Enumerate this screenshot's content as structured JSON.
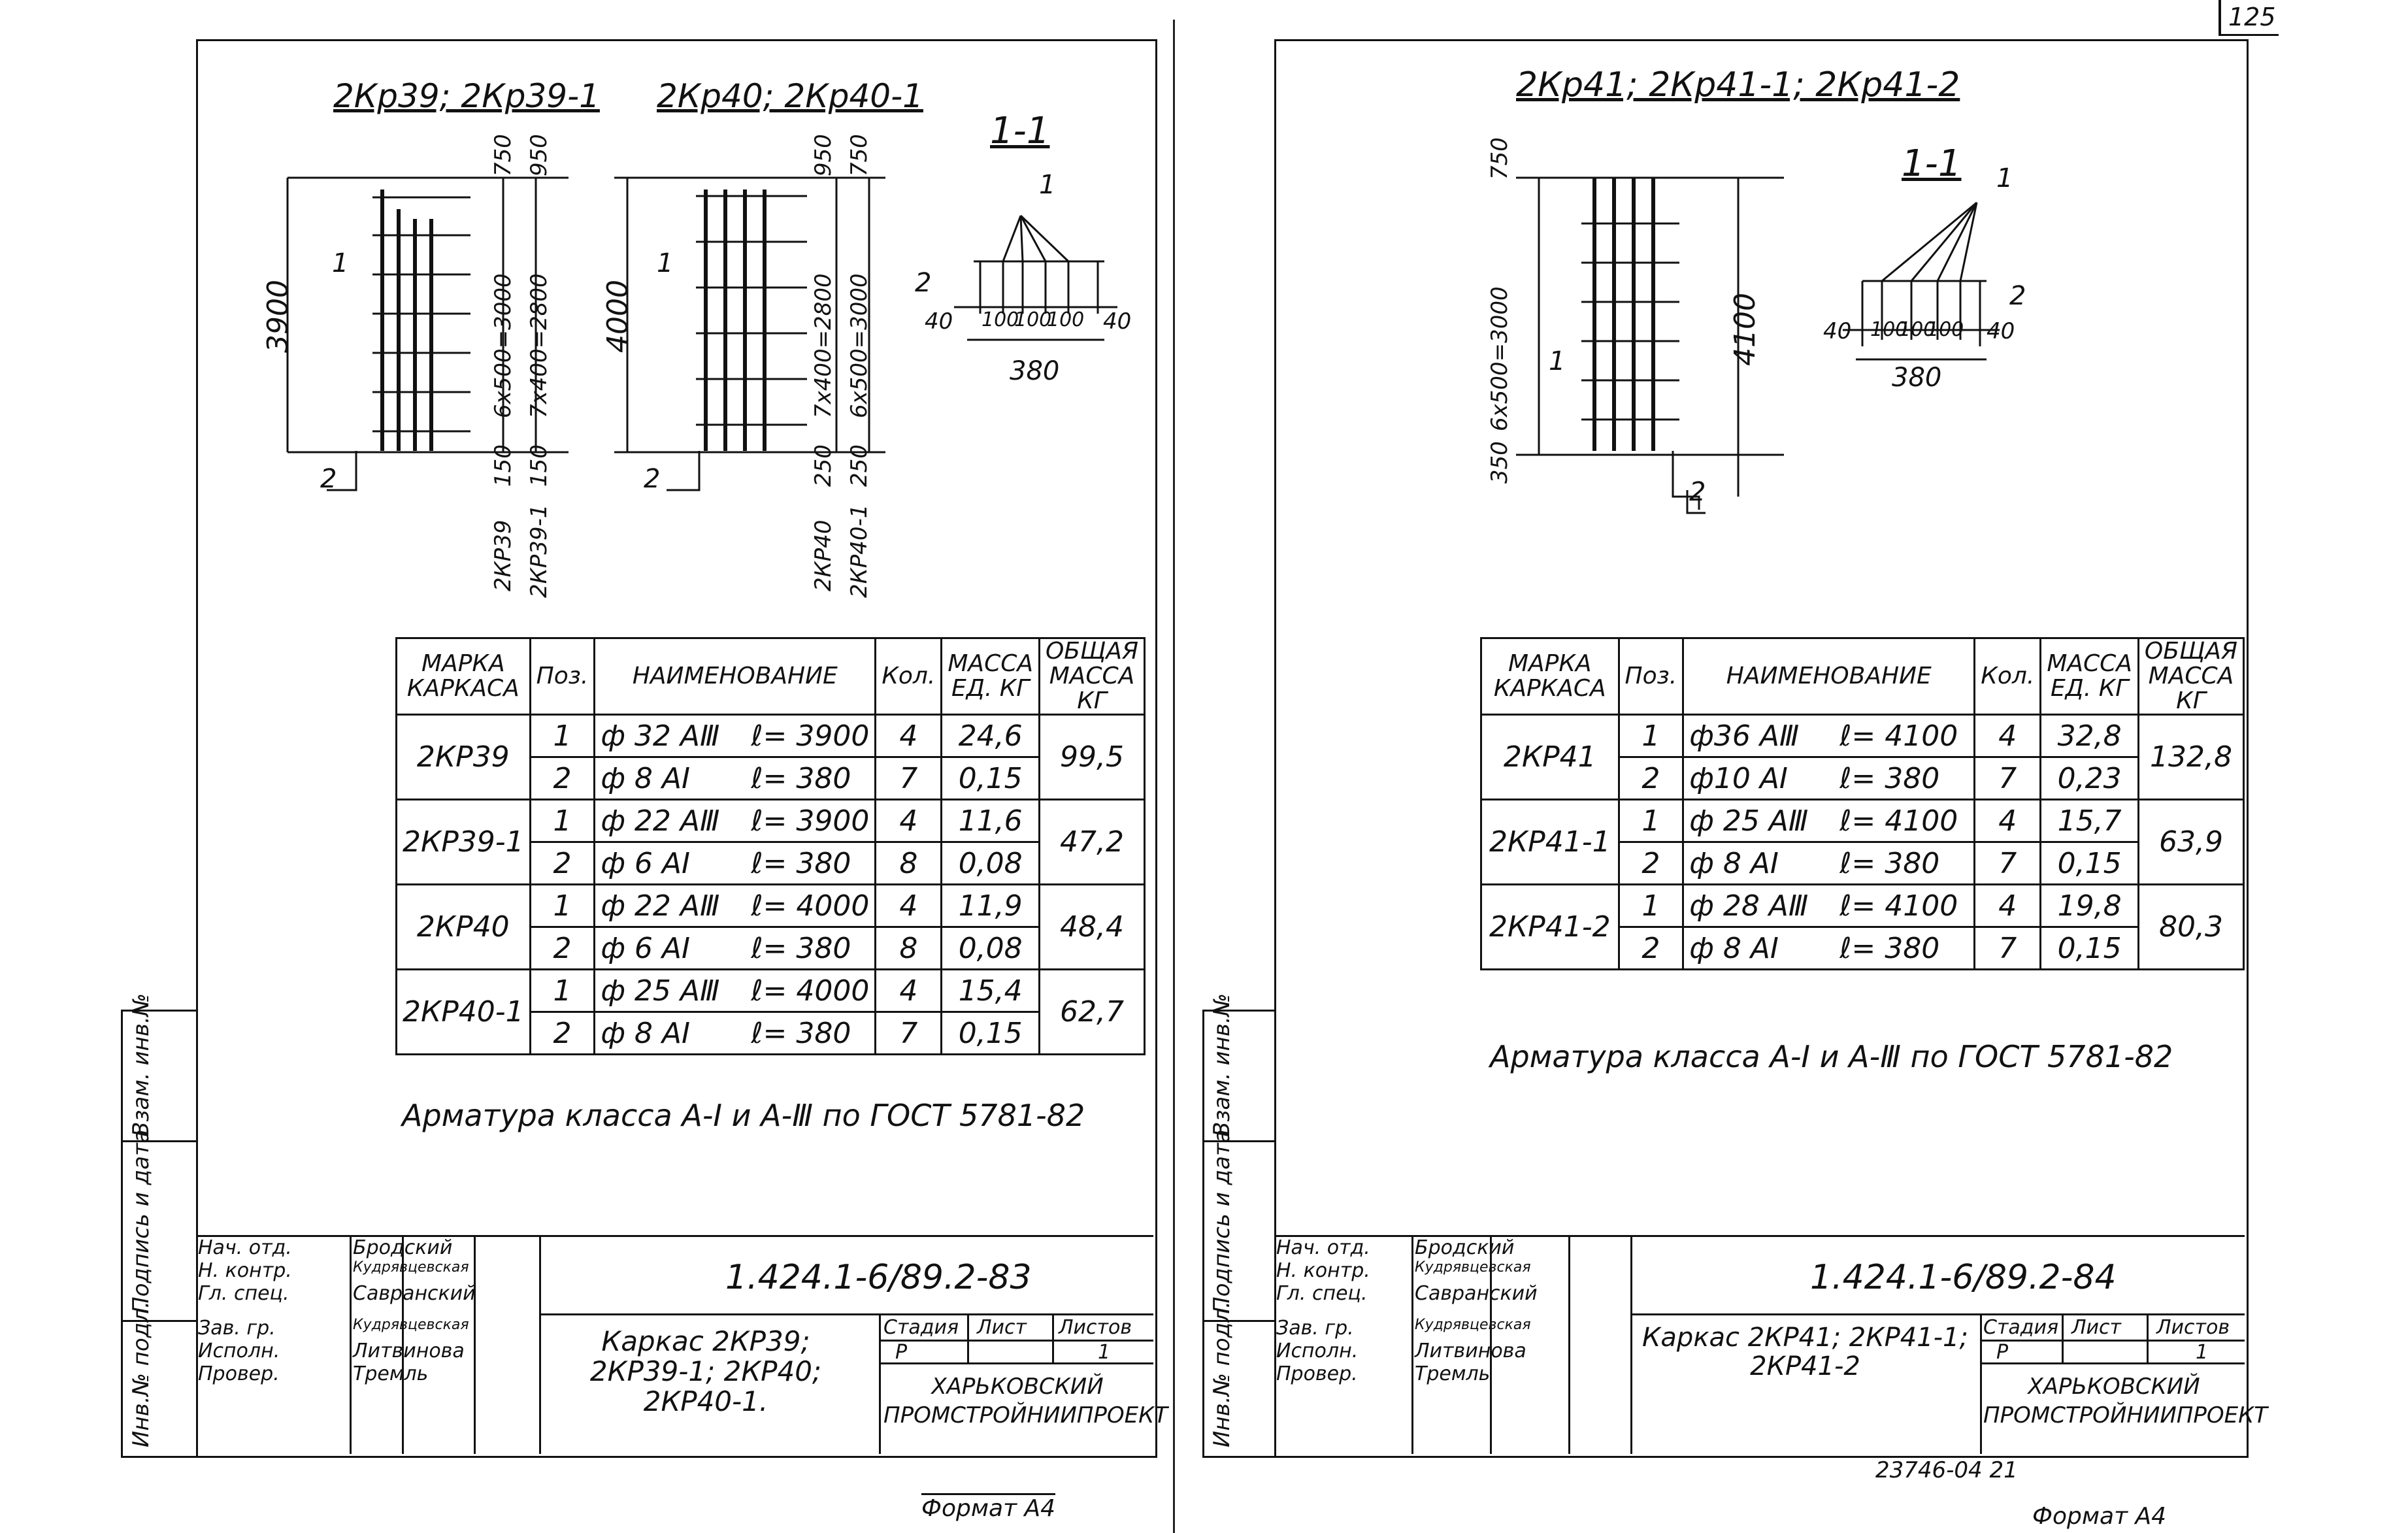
{
  "page_number": "125",
  "left": {
    "drawing_labels": {
      "a": "2Кр39; 2Кр39-1",
      "b": "2Кр40; 2Кр40-1",
      "section": "1-1"
    },
    "dims": {
      "h1": "3900",
      "h2": "4000",
      "d1": "750",
      "d2": "950",
      "d3": "6x500=3000",
      "d4": "7x400=2800",
      "d5": "150",
      "d6": "150",
      "d7": "950",
      "d8": "750",
      "d9": "7x400=2800",
      "d10": "6x500=3000",
      "d11": "250",
      "d12": "250",
      "m1": "2КР39",
      "m2": "2КР39-1",
      "m3": "2КР40",
      "m4": "2КР40-1",
      "p1": "1",
      "p2": "2",
      "s40a": "40",
      "s100a": "100",
      "s100b": "100",
      "s100c": "100",
      "s40b": "40",
      "s380": "380"
    },
    "table": {
      "headers": [
        "МАРКА КАРКАСА",
        "Поз.",
        "НАИМЕНОВАНИЕ",
        "Кол.",
        "МАССА ЕД. КГ",
        "ОБЩАЯ МАССА КГ"
      ],
      "rows": [
        {
          "mark": "2КР39",
          "total": "99,5",
          "items": [
            {
              "pos": "1",
              "dia": "ф 32 АⅢ",
              "len": "ℓ= 3900",
              "qty": "4",
              "mass": "24,6"
            },
            {
              "pos": "2",
              "dia": "ф 8 АI",
              "len": "ℓ= 380",
              "qty": "7",
              "mass": "0,15"
            }
          ]
        },
        {
          "mark": "2КР39-1",
          "total": "47,2",
          "items": [
            {
              "pos": "1",
              "dia": "ф 22 АⅢ",
              "len": "ℓ= 3900",
              "qty": "4",
              "mass": "11,6"
            },
            {
              "pos": "2",
              "dia": "ф 6 АI",
              "len": "ℓ= 380",
              "qty": "8",
              "mass": "0,08"
            }
          ]
        },
        {
          "mark": "2КР40",
          "total": "48,4",
          "items": [
            {
              "pos": "1",
              "dia": "ф 22 АⅢ",
              "len": "ℓ= 4000",
              "qty": "4",
              "mass": "11,9"
            },
            {
              "pos": "2",
              "dia": "ф 6 АI",
              "len": "ℓ= 380",
              "qty": "8",
              "mass": "0,08"
            }
          ]
        },
        {
          "mark": "2КР40-1",
          "total": "62,7",
          "items": [
            {
              "pos": "1",
              "dia": "ф 25 АⅢ",
              "len": "ℓ= 4000",
              "qty": "4",
              "mass": "15,4"
            },
            {
              "pos": "2",
              "dia": "ф 8 АI",
              "len": "ℓ= 380",
              "qty": "7",
              "mass": "0,15"
            }
          ]
        }
      ]
    },
    "note": "Арматура класса А-I и А-Ⅲ по ГОСТ 5781-82",
    "side_labels": [
      "Взам. инв.№",
      "Подпись и дата",
      "Инв.№ подл."
    ],
    "title_block": {
      "people": [
        [
          "Нач. отд.",
          "Бродский"
        ],
        [
          "Н. контр.",
          "Кудрявцевская"
        ],
        [
          "Гл. спец.",
          "Савранский"
        ],
        [
          "Зав. гр.",
          "Кудрявцевская"
        ],
        [
          "Исполн.",
          "Литвинова"
        ],
        [
          "Провер.",
          "Тремль"
        ]
      ],
      "code": "1.424.1-6/89.2-83",
      "name": "Каркас 2КР39; 2КР39-1; 2КР40; 2КР40-1.",
      "stage_h": "Стадия",
      "sheet_h": "Лист",
      "sheets_h": "Листов",
      "stage": "Р",
      "sheet": "",
      "sheets": "1",
      "org": "ХАРЬКОВСКИЙ ПРОМСТРОЙНИИПРОЕКТ"
    },
    "format": "Формат А4"
  },
  "right": {
    "drawing_labels": {
      "a": "2Кр41; 2Кр41-1; 2Кр41-2",
      "section": "1-1"
    },
    "dims": {
      "h1": "4100",
      "d1": "750",
      "d2": "6x500=3000",
      "d3": "350",
      "p1": "1",
      "p2": "2",
      "s40a": "40",
      "s100a": "100",
      "s100b": "100",
      "s100c": "100",
      "s40b": "40",
      "s380": "380"
    },
    "table": {
      "headers": [
        "МАРКА КАРКАСА",
        "Поз.",
        "НАИМЕНОВАНИЕ",
        "Кол.",
        "МАССА ЕД. КГ",
        "ОБЩАЯ МАССА КГ"
      ],
      "rows": [
        {
          "mark": "2КР41",
          "total": "132,8",
          "items": [
            {
              "pos": "1",
              "dia": "ф36 АⅢ",
              "len": "ℓ= 4100",
              "qty": "4",
              "mass": "32,8"
            },
            {
              "pos": "2",
              "dia": "ф10 АI",
              "len": "ℓ= 380",
              "qty": "7",
              "mass": "0,23"
            }
          ]
        },
        {
          "mark": "2КР41-1",
          "total": "63,9",
          "items": [
            {
              "pos": "1",
              "dia": "ф 25 АⅢ",
              "len": "ℓ= 4100",
              "qty": "4",
              "mass": "15,7"
            },
            {
              "pos": "2",
              "dia": "ф 8 АI",
              "len": "ℓ= 380",
              "qty": "7",
              "mass": "0,15"
            }
          ]
        },
        {
          "mark": "2КР41-2",
          "total": "80,3",
          "items": [
            {
              "pos": "1",
              "dia": "ф 28 АⅢ",
              "len": "ℓ= 4100",
              "qty": "4",
              "mass": "19,8"
            },
            {
              "pos": "2",
              "dia": "ф 8 АI",
              "len": "ℓ= 380",
              "qty": "7",
              "mass": "0,15"
            }
          ]
        }
      ]
    },
    "note": "Арматура класса А-I и А-Ⅲ по ГОСТ 5781-82",
    "side_labels": [
      "Взам. инв.№",
      "Подпись и дата",
      "Инв.№ подл."
    ],
    "title_block": {
      "people": [
        [
          "Нач. отд.",
          "Бродский"
        ],
        [
          "Н. контр.",
          "Кудрявцевская"
        ],
        [
          "Гл. спец.",
          "Савранский"
        ],
        [
          "Зав. гр.",
          "Кудрявцевская"
        ],
        [
          "Исполн.",
          "Литвинова"
        ],
        [
          "Провер.",
          "Тремль"
        ]
      ],
      "code": "1.424.1-6/89.2-84",
      "name": "Каркас 2КР41; 2КР41-1; 2КР41-2",
      "stage_h": "Стадия",
      "sheet_h": "Лист",
      "sheets_h": "Листов",
      "stage": "Р",
      "sheet": "",
      "sheets": "1",
      "org": "ХАРЬКОВСКИЙ ПРОМСТРОЙНИИПРОЕКТ"
    },
    "archive": "23746-04 21",
    "format": "Формат А4"
  }
}
